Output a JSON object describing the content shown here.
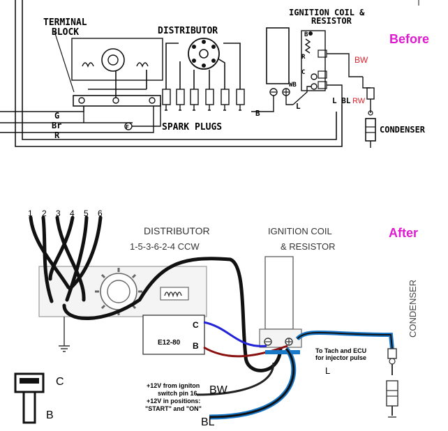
{
  "before": {
    "heading": "Before",
    "heading_color": "#e01ad0",
    "terminal_block": [
      "TERMINAL",
      "BLOCK"
    ],
    "distributor": "DISTRIBUTOR",
    "coil": [
      "IGNITION COIL &",
      "RESISTOR"
    ],
    "spark_plugs": "SPARK PLUGS",
    "condenser": "CONDENSER",
    "wires": [
      "G",
      "Br",
      "R"
    ],
    "coil_terminals": [
      "B",
      "C",
      "R",
      "WB"
    ],
    "F": "F",
    "B": "B",
    "L": "L",
    "LBLRW": "L BL",
    "RW": "RW",
    "BW": "BW",
    "red_color": "#e0202a"
  },
  "after": {
    "heading": "After",
    "heading_color": "#e01ad0",
    "cyl_numbers": [
      "1",
      "2",
      "3",
      "4",
      "5",
      "6"
    ],
    "distributor": "DISTRIBUTOR",
    "firing_order": "1-5-3-6-2-4 CCW",
    "coil": [
      "IGNITION COIL",
      "& RESISTOR"
    ],
    "module": "E12-80",
    "module_c": "C",
    "module_b": "B",
    "condenser": "CONDENSER",
    "tach_note": [
      "To Tach and ECU",
      "for injector pulse"
    ],
    "L": "L",
    "note": [
      "+12V from igniton",
      "switch pin 16",
      "+12V in positions:",
      "\"START\" and \"ON\""
    ],
    "BW": "BW",
    "BL": "BL",
    "conn_c": "C",
    "conn_b": "B",
    "wire_blue": "#2323d8",
    "wire_red": "#8a1010",
    "wire_lightblue": "#1a78c8"
  }
}
